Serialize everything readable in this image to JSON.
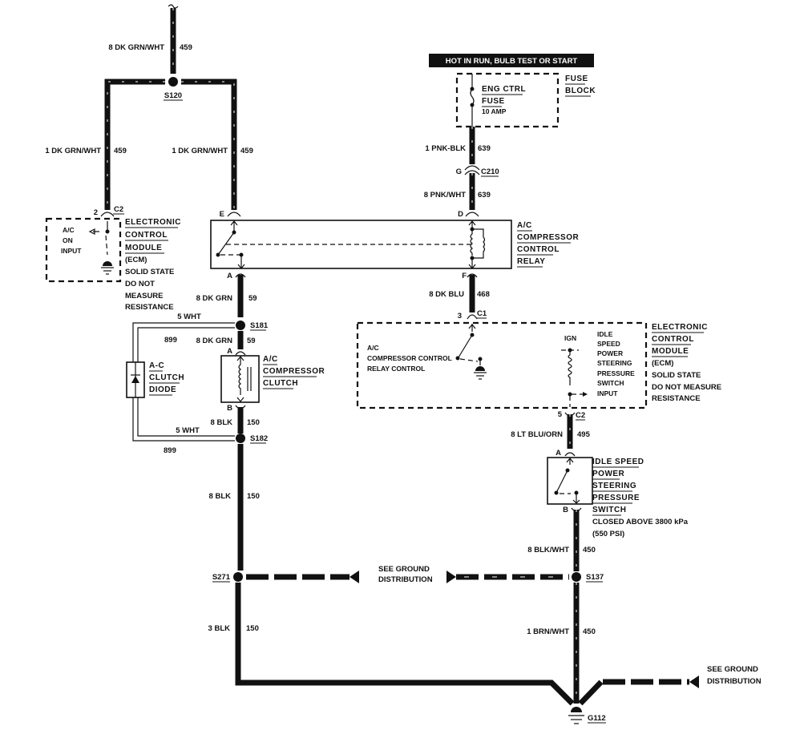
{
  "diagram": {
    "type": "wiring-schematic",
    "colors": {
      "ink": "#111111",
      "background": "#ffffff"
    },
    "power_header": "HOT IN RUN, BULB TEST OR START",
    "fuse_block": {
      "title_lines": [
        "FUSE",
        "BLOCK"
      ],
      "fuse_name_lines": [
        "ENG CTRL",
        "FUSE"
      ],
      "fuse_rating": "10 AMP"
    },
    "splices": {
      "s120": "S120",
      "s181": "S181",
      "s182": "S182",
      "s271": "S271",
      "s137": "S137"
    },
    "ground": "G112",
    "connectors": {
      "c2_left_pin": "2",
      "c2_left": "C2",
      "c210_pin": "G",
      "c210": "C210",
      "relay_e": "E",
      "relay_d": "D",
      "relay_a": "A",
      "relay_f": "F",
      "c1_pin": "3",
      "c1": "C1",
      "c2_right_pin": "5",
      "c2_right": "C2",
      "clutch_a": "A",
      "clutch_b": "B",
      "switch_a": "A",
      "switch_b": "B"
    },
    "wires": {
      "top": {
        "gauge_color": "8 DK GRN/WHT",
        "circuit": "459"
      },
      "left_branch": {
        "gauge_color": "1 DK GRN/WHT",
        "circuit": "459"
      },
      "right_branch": {
        "gauge_color": "1 DK GRN/WHT",
        "circuit": "459"
      },
      "fuse_out": {
        "gauge_color": "1 PNK-BLK",
        "circuit": "639"
      },
      "relay_in": {
        "gauge_color": "8 PNK/WHT",
        "circuit": "639"
      },
      "relay_a_out": {
        "gauge_color": "8 DK GRN",
        "circuit": "59"
      },
      "relay_f_out": {
        "gauge_color": "8 DK BLU",
        "circuit": "468"
      },
      "diode_top_wht": {
        "gauge_color": "5 WHT",
        "circuit": "899"
      },
      "clutch_in": {
        "gauge_color": "8 DK GRN",
        "circuit": "59"
      },
      "clutch_out": {
        "gauge_color": "8 BLK",
        "circuit": "150"
      },
      "diode_bottom_wht": {
        "gauge_color": "5 WHT",
        "circuit": "899"
      },
      "s182_down": {
        "gauge_color": "8 BLK",
        "circuit": "150"
      },
      "s271_down": {
        "gauge_color": "3 BLK",
        "circuit": "150"
      },
      "ecm_to_switch": {
        "gauge_color": "8 LT BLU/ORN",
        "circuit": "495"
      },
      "switch_out": {
        "gauge_color": "8 BLK/WHT",
        "circuit": "450"
      },
      "s137_down": {
        "gauge_color": "1 BRN/WHT",
        "circuit": "450"
      }
    },
    "ecm_left": {
      "inside_lines": [
        "A/C",
        "ON",
        "INPUT"
      ],
      "title_lines": [
        "ELECTRONIC",
        "CONTROL",
        "MODULE"
      ],
      "note_lines": [
        "(ECM)",
        "SOLID STATE",
        "DO NOT",
        "MEASURE",
        "RESISTANCE"
      ]
    },
    "relay": {
      "title_lines": [
        "A/C",
        "COMPRESSOR",
        "CONTROL",
        "RELAY"
      ]
    },
    "diode": {
      "title_lines": [
        "A-C",
        "CLUTCH",
        "DIODE"
      ]
    },
    "clutch": {
      "title_lines": [
        "A/C",
        "COMPRESSOR",
        "CLUTCH"
      ]
    },
    "ecm_right": {
      "relay_ctrl_lines": [
        "A/C",
        "COMPRESSOR CONTROL",
        "RELAY CONTROL"
      ],
      "ign": "IGN",
      "switch_input_lines": [
        "IDLE",
        "SPEED",
        "POWER",
        "STEERING",
        "PRESSURE",
        "SWITCH",
        "INPUT"
      ],
      "title_lines": [
        "ELECTRONIC",
        "CONTROL",
        "MODULE"
      ],
      "note_lines": [
        "(ECM)",
        "SOLID STATE",
        "DO NOT MEASURE",
        "RESISTANCE"
      ]
    },
    "ps_switch": {
      "title_lines": [
        "IDLE SPEED",
        "POWER",
        "STEERING",
        "PRESSURE",
        "SWITCH"
      ],
      "note_lines": [
        "CLOSED ABOVE 3800 kPa",
        "(550 PSI)"
      ]
    },
    "ground_refs": {
      "center": [
        "SEE GROUND",
        "DISTRIBUTION"
      ],
      "right": [
        "SEE GROUND",
        "DISTRIBUTION"
      ]
    }
  }
}
